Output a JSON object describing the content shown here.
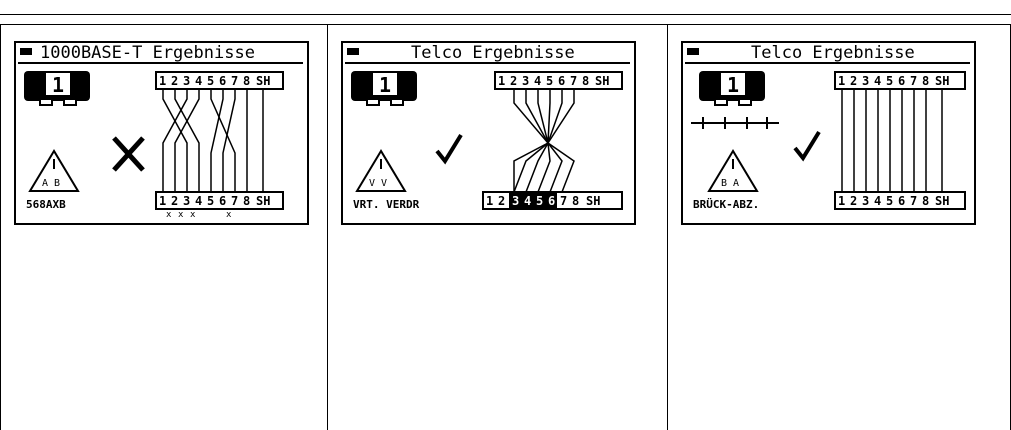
{
  "panels": [
    {
      "title": "1000BASE-T Ergebnisse",
      "remote_id": "1",
      "pins_top": [
        "1",
        "2",
        "3",
        "4",
        "5",
        "6",
        "7",
        "8",
        "SH"
      ],
      "pins_bottom": [
        "1",
        "2",
        "3",
        "4",
        "5",
        "6",
        "7",
        "8",
        "SH"
      ],
      "result": "fail",
      "warning_pair": "A B",
      "warning_label": "568AXB"
    },
    {
      "title": "Telco Ergebnisse",
      "remote_id": "1",
      "pins_top": [
        "1",
        "2",
        "3",
        "4",
        "5",
        "6",
        "7",
        "8",
        "SH"
      ],
      "pins_bottom": [
        "1",
        "2",
        "3",
        "4",
        "5",
        "6",
        "7",
        "8",
        "SH"
      ],
      "result": "pass",
      "warning_pair": "V V",
      "warning_label": "VRT. VERDR"
    },
    {
      "title": "Telco Ergebnisse",
      "remote_id": "1",
      "pins_top": [
        "1",
        "2",
        "3",
        "4",
        "5",
        "6",
        "7",
        "8",
        "SH"
      ],
      "pins_bottom": [
        "1",
        "2",
        "3",
        "4",
        "5",
        "6",
        "7",
        "8",
        "SH"
      ],
      "result": "pass",
      "warning_pair": "B A",
      "warning_label": "BRÜCK-ABZ."
    }
  ]
}
